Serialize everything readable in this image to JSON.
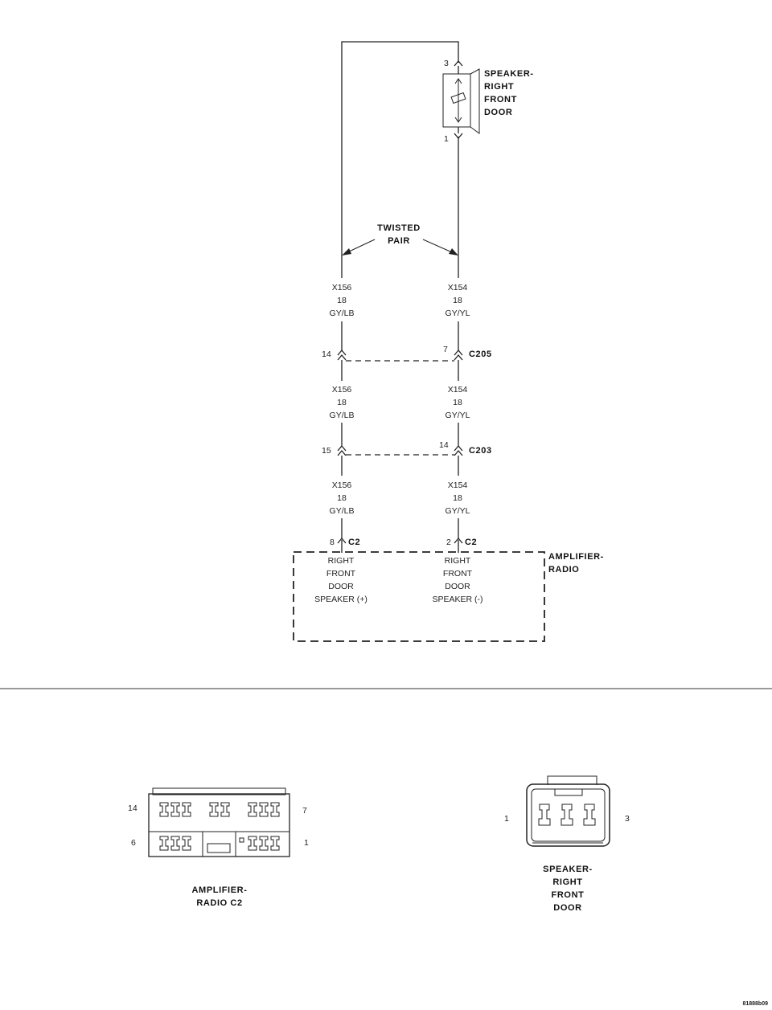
{
  "speaker": {
    "label_lines": [
      "SPEAKER-",
      "RIGHT",
      "FRONT",
      "DOOR"
    ],
    "pin_top": "3",
    "pin_bottom": "1"
  },
  "twisted_pair": {
    "line1": "TWISTED",
    "line2": "PAIR"
  },
  "wires": {
    "left": {
      "circuit": "X156",
      "gauge": "18",
      "color": "GY/LB"
    },
    "right": {
      "circuit": "X154",
      "gauge": "18",
      "color": "GY/YL"
    }
  },
  "connectors": {
    "c205": {
      "name": "C205",
      "left_pin": "14",
      "right_pin": "7"
    },
    "c203": {
      "name": "C203",
      "left_pin": "15",
      "right_pin": "14"
    },
    "c2": {
      "name": "C2",
      "left_pin": "8",
      "right_pin": "2"
    }
  },
  "amplifier": {
    "label_lines": [
      "AMPLIFIER-",
      "RADIO"
    ],
    "left_terminal": [
      "RIGHT",
      "FRONT",
      "DOOR",
      "SPEAKER (+)"
    ],
    "right_terminal": [
      "RIGHT",
      "FRONT",
      "DOOR",
      "SPEAKER (-)"
    ]
  },
  "connector_views": {
    "amp_c2": {
      "label_lines": [
        "AMPLIFIER-",
        "RADIO C2"
      ],
      "pin_top_left": "14",
      "pin_top_right": "7",
      "pin_bottom_left": "6",
      "pin_bottom_right": "1"
    },
    "speaker": {
      "label_lines": [
        "SPEAKER-",
        "RIGHT",
        "FRONT",
        "DOOR"
      ],
      "pin_left": "1",
      "pin_right": "3"
    }
  },
  "figure_id": "81888b09"
}
